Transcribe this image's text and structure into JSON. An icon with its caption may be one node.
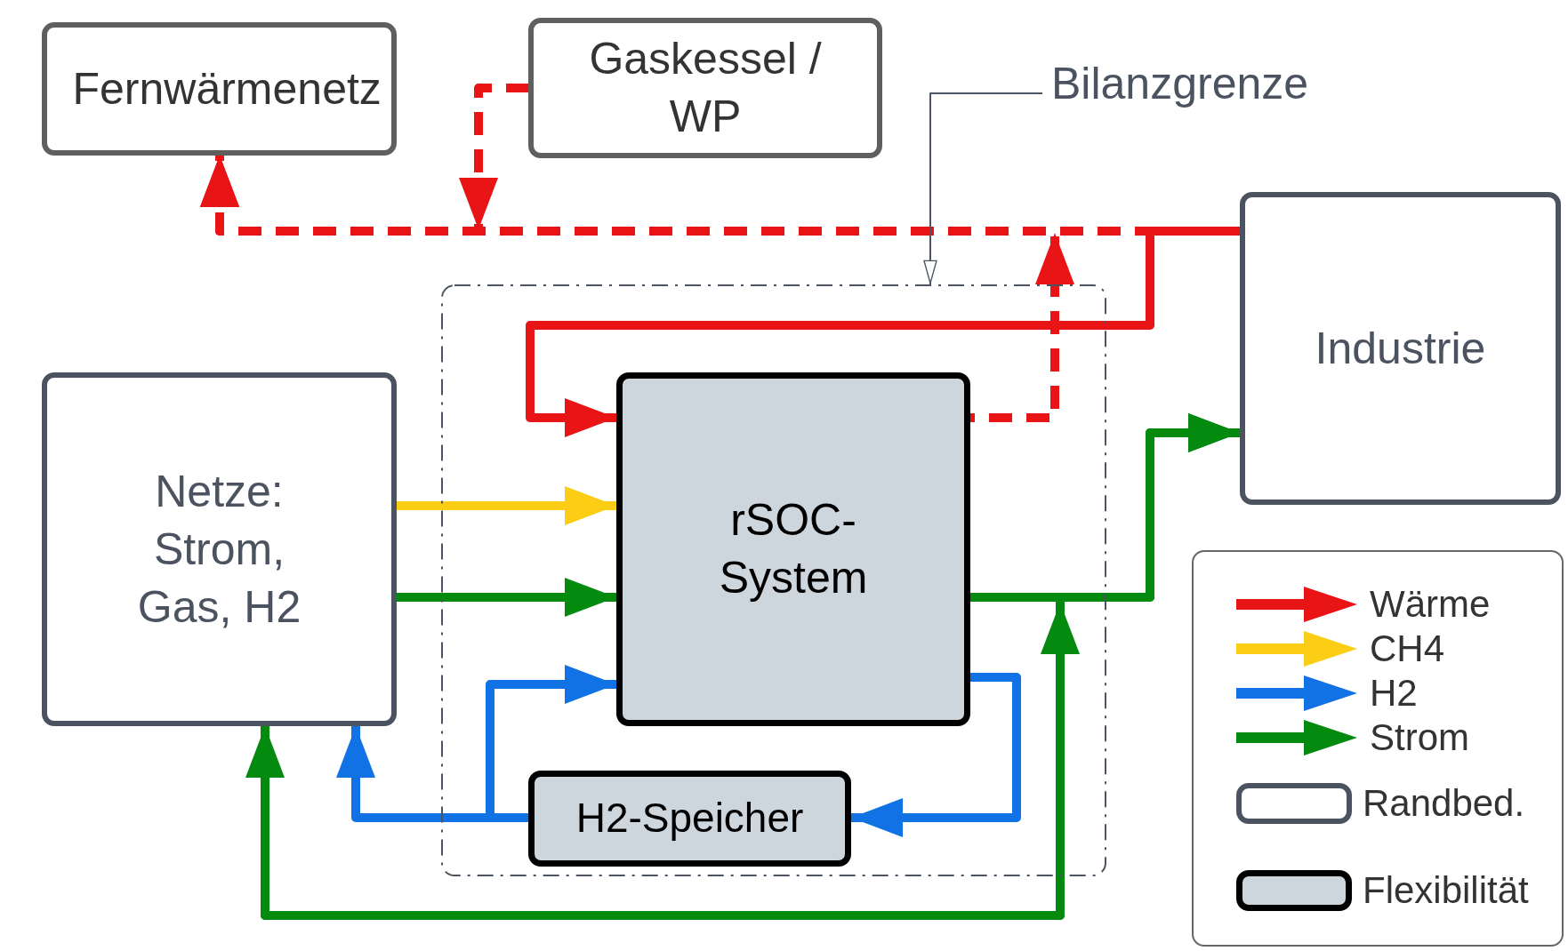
{
  "diagram": {
    "nodes": [
      {
        "text": [
          "Fernwärmenetz"
        ]
      },
      {
        "text": [
          "Gaskessel / WP"
        ]
      },
      {
        "text": [
          "Bilanzgrenze"
        ]
      },
      {
        "text": [
          "Industrie"
        ]
      },
      {
        "text": [],
        "shape": "box"
      },
      {
        "text": [
          "Netze: Strom, Gas, H2"
        ]
      },
      {
        "text": [
          "rSOC-System"
        ],
        "in": 4
      },
      {
        "text": [
          "H2-Speicher"
        ],
        "in": 4
      }
    ],
    "edges": [
      {
        "from": 3,
        "to": 0,
        "arrow": "to",
        "style": "dashed",
        "color": "#e81416"
      },
      {
        "from": 1,
        "to": 0,
        "arrow": "to",
        "style": "dashed",
        "color": "#e81416"
      },
      {
        "from": 6,
        "to": 0,
        "arrow": "to",
        "style": "dashed",
        "color": "#e81416"
      },
      {
        "from": 3,
        "to": 6,
        "arrow": "to",
        "color": "#e81416"
      },
      {
        "from": 5,
        "to": 6,
        "arrow": "to",
        "color": "#fbcd14"
      },
      {
        "from": 5,
        "to": 6,
        "arrow": "to",
        "color": "#048a0f"
      },
      {
        "from": 7,
        "to": 6,
        "arrow": "to",
        "color": "#1172e6"
      },
      {
        "from": 7,
        "to": 5,
        "arrow": "to",
        "color": "#1172e6"
      },
      {
        "from": 6,
        "to": 7,
        "arrow": "to",
        "color": "#1172e6"
      },
      {
        "from": 6,
        "to": 3,
        "arrow": "to",
        "color": "#048a0f"
      },
      {
        "from": 6,
        "to": 5,
        "arrow": "to",
        "color": "#048a0f"
      },
      {
        "from": 5,
        "to": 3,
        "arrow": "to",
        "color": "#048a0f"
      },
      {
        "from": 2,
        "to": 4,
        "arrow": "to",
        "color": "#4b5563"
      }
    ],
    "legend": [
      {
        "text": "Wärme",
        "color": "#e81416"
      },
      {
        "text": "CH4",
        "color": "#fbcd14"
      },
      {
        "text": "H2",
        "color": "#1172e6"
      },
      {
        "text": "Strom",
        "color": "#048a0f"
      },
      {
        "text": "Randbed."
      },
      {
        "text": "Flexibilität"
      }
    ]
  }
}
